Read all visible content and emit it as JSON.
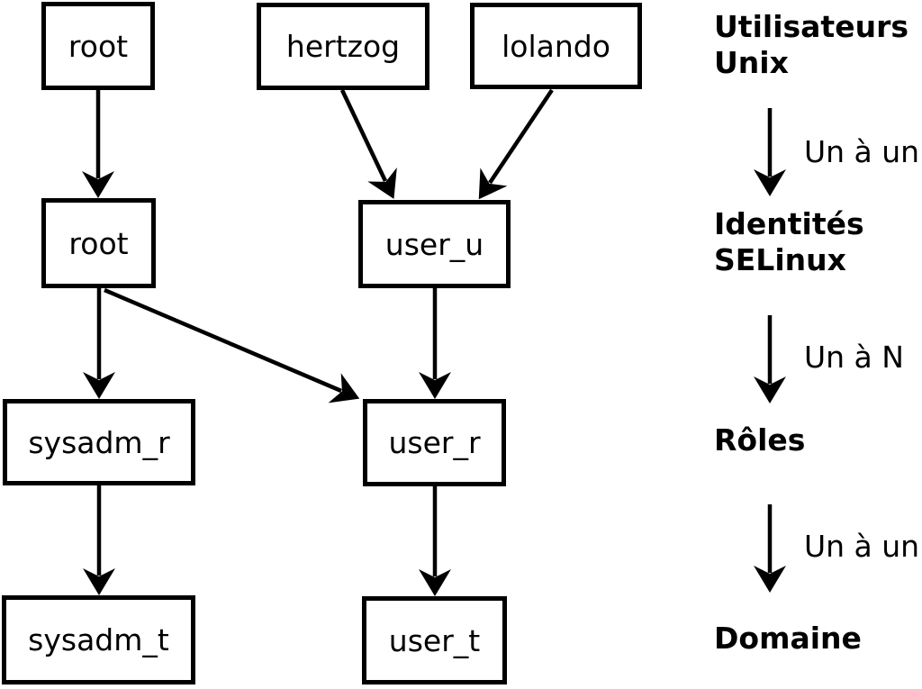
{
  "diagram": {
    "nodes": {
      "unix_root": "root",
      "hertzog": "hertzog",
      "lolando": "lolando",
      "selinux_root": "root",
      "user_u": "user_u",
      "sysadm_r": "sysadm_r",
      "user_r": "user_r",
      "sysadm_t": "sysadm_t",
      "user_t": "user_t"
    },
    "legend": {
      "levels": [
        {
          "line1": "Utilisateurs",
          "line2": "Unix"
        },
        {
          "line1": "Identités",
          "line2": "SELinux"
        },
        {
          "line1": "Rôles",
          "line2": ""
        },
        {
          "line1": "Domaine",
          "line2": ""
        }
      ],
      "relations": [
        "Un à un",
        "Un à N",
        "Un à un"
      ]
    },
    "edges": [
      "unix_root->selinux_root",
      "hertzog->user_u",
      "lolando->user_u",
      "selinux_root->sysadm_r",
      "selinux_root->user_r",
      "user_u->user_r",
      "sysadm_r->sysadm_t",
      "user_r->user_t"
    ],
    "colors": {
      "ink": "#000000",
      "background": "#ffffff"
    }
  }
}
